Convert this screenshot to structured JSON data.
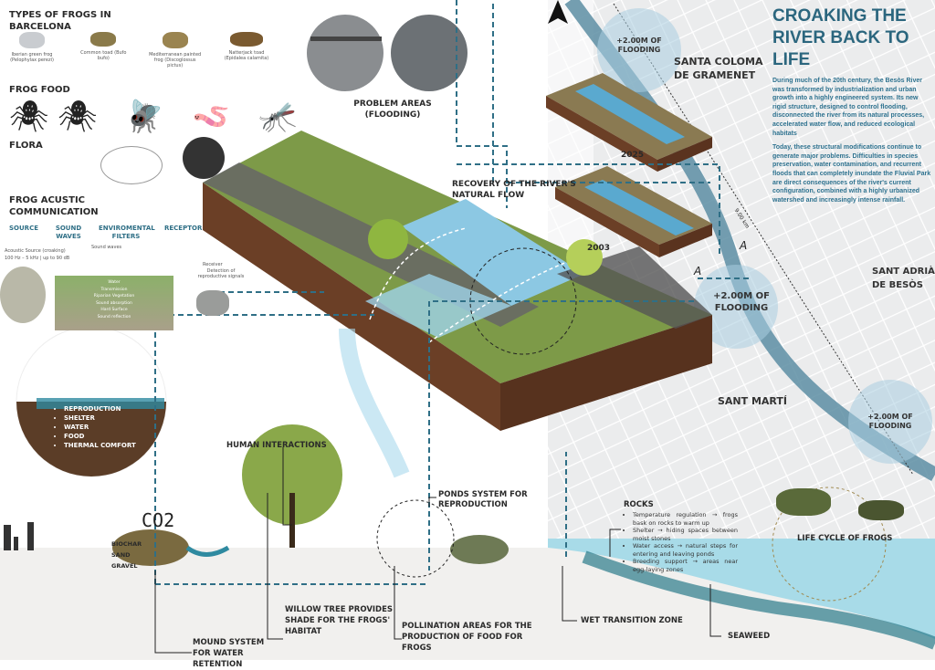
{
  "title": "CROAKING THE RIVER BACK TO LIFE",
  "intro": {
    "p1": "During much of the 20th century, the Besòs River was transformed by industrialization and urban growth into a highly engineered system. Its new rigid structure, designed to control flooding, disconnected the river from its natural processes, accelerated water flow, and reduced ecological habitats",
    "p2": "Today, these structural modifications continue to generate major problems. Difficulties in species preservation, water contamination, and recurrent floods that can completely inundate the Fluvial Park are direct consequences of the river's current configuration, combined with a highly urbanized watershed and increasingly intense rainfall."
  },
  "frogs": {
    "heading": "TYPES OF FROGS IN BARCELONA",
    "species": [
      {
        "name": "Iberian green frog (Pelophylax perezi)",
        "color": "#c9ccd0"
      },
      {
        "name": "Common toad (Bufo bufo)",
        "color": "#8a7a4a"
      },
      {
        "name": "Mediterranean painted frog (Discoglossus pictus)",
        "color": "#9a8450"
      },
      {
        "name": "Natterjack toad (Epidalea calamita)",
        "color": "#7a5a30"
      }
    ]
  },
  "frog_food": {
    "heading": "FROG FOOD"
  },
  "flora": {
    "heading": "FLORA"
  },
  "acoustic": {
    "heading": "FROG ACUSTIC COMMUNICATION",
    "columns": [
      "SOURCE",
      "SOUND WAVES",
      "ENVIROMENTAL FILTERS",
      "RECEPTOR"
    ],
    "sound_waves_label": "Sound waves",
    "source_label": "Acoustic Source (croaking)",
    "source_spec": "100 Hz – 5 kHz | up to 90 dB",
    "receiver_label": "Receiver",
    "receiver_desc": "Detection of reproductive signals",
    "layers": [
      "Water",
      "Transmission",
      "Riparian Vegetation",
      "Sound absorption",
      "Hard Surface",
      "Sound reflection"
    ]
  },
  "habitat": {
    "needs": [
      "REPRODUCTION",
      "SHELTER",
      "WATER",
      "FOOD",
      "THERMAL COMFORT"
    ]
  },
  "problem_areas": "PROBLEM AREAS (FLOODING)",
  "recovery": "RECOVERY OF THE RIVER'S NATURAL FLOW",
  "years": {
    "y2025": "2025",
    "y2003": "2003"
  },
  "map": {
    "santa_coloma": "SANTA COLOMA DE GRAMENET",
    "sant_adria": "SANT ADRIÀ DE BESÒS",
    "sant_marti": "SANT MARTÍ",
    "distance": "9.00 km",
    "section_marker": "A",
    "flood_top": "+2.00M OF FLOODING",
    "flood_mid": "+2.00M OF FLOODING",
    "flood_bottom": "+2.00M OF FLOODING",
    "river_color": "#5d8ea3"
  },
  "section": {
    "human_interactions": "HUMAN INTERACTIONS",
    "ponds": "PONDS SYSTEM FOR REPRODUCTION",
    "co2": "CO2",
    "mound_layers": [
      "BIOCHAR",
      "SAND",
      "GRAVEL"
    ],
    "mound": "MOUND SYSTEM FOR WATER RETENTION",
    "willow": "WILLOW TREE PROVIDES SHADE FOR THE FROGS' HABITAT",
    "pollination": "POLLINATION AREAS FOR THE PRODUCTION OF FOOD FOR FROGS",
    "wet_zone": "WET TRANSITION ZONE",
    "seaweed": "SEAWEED",
    "life_cycle": "LIFE CYCLE OF FROGS",
    "rocks": {
      "heading": "ROCKS",
      "items": [
        "Temperature regulation → frogs bask on rocks to warm up",
        "Shelter → hiding spaces between moist stones",
        "Water access → natural steps for entering and leaving ponds",
        "Breeding support → areas near egg-laying zones"
      ]
    }
  },
  "colors": {
    "accent": "#2b667e",
    "water": "#7fc4d8",
    "soil": "#6b3f26",
    "grass": "#6f8a3c"
  }
}
